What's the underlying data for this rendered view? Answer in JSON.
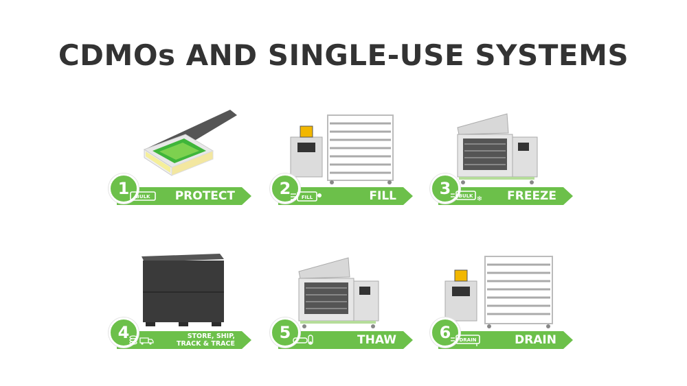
{
  "title": "CDMOs AND SINGLE-USE SYSTEMS",
  "accent_color": "#6cc04a",
  "text_color": "#333333",
  "steps": [
    {
      "number": "1",
      "label": "PROTECT",
      "icon": "bulk-bag-icon",
      "icon_text": "BULK",
      "image": "single-use-bag-tray-image"
    },
    {
      "number": "2",
      "label": "FILL",
      "icon": "fill-icon",
      "icon_text": "FILL",
      "image": "filling-station-rack-image"
    },
    {
      "number": "3",
      "label": "FREEZE",
      "icon": "bulk-freeze-icon",
      "icon_text": "BULK",
      "image": "freezer-unit-image"
    },
    {
      "number": "4",
      "label": "STORE, SHIP,\nTRACK & TRACE",
      "icon": "stack-truck-icon",
      "icon_text": "",
      "image": "shipping-container-image"
    },
    {
      "number": "5",
      "label": "THAW",
      "icon": "thaw-icon",
      "icon_text": "",
      "image": "thawing-unit-image"
    },
    {
      "number": "6",
      "label": "DRAIN",
      "icon": "drain-icon",
      "icon_text": "DRAIN",
      "image": "drain-station-rack-image"
    }
  ]
}
